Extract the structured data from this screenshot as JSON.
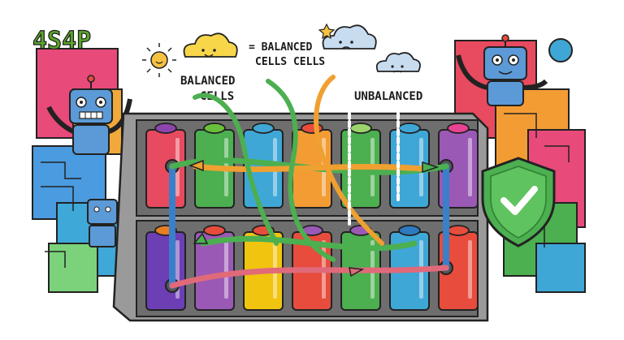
{
  "title": "4S4P",
  "labels": {
    "balanced_cells": "BALANCED\nCELLS",
    "balanced_cells_cells": "= BALANCED\nCELLS CELLS",
    "unbalanced": "UNBALANCED"
  },
  "battery": {
    "top_row": [
      {
        "body": "#e84a5f",
        "cap": "#8e44ad"
      },
      {
        "body": "#4caf50",
        "cap": "#6abf3a"
      },
      {
        "body": "#3fa7d6",
        "cap": "#3fa7d6"
      },
      {
        "body": "#f39c34",
        "cap": "#e74c3c"
      },
      {
        "body": "#4caf50",
        "cap": "#9bd46b"
      },
      {
        "body": "#3fa7d6",
        "cap": "#3fa7d6"
      },
      {
        "body": "#9b59b6",
        "cap": "#e84393"
      }
    ],
    "bottom_row": [
      {
        "body": "#6c3fb5",
        "cap": "#e67e22"
      },
      {
        "body": "#9b59b6",
        "cap": "#e74c3c"
      },
      {
        "body": "#f1c40f",
        "cap": "#e74c3c"
      },
      {
        "body": "#e74c3c",
        "cap": "#9b59b6"
      },
      {
        "body": "#4caf50",
        "cap": "#9b59b6"
      },
      {
        "body": "#3fa7d6",
        "cap": "#2d7ac0"
      },
      {
        "body": "#e74c3c",
        "cap": "#e74c3c"
      }
    ]
  },
  "colors": {
    "title": "#5aa52d",
    "shield": "#4caf50",
    "check": "#ffffff",
    "frame": "#8e8e8e",
    "cloud_yellow": "#f7d64a",
    "cloud_blue": "#c8dcf0",
    "sun": "#f5c242"
  },
  "icons": [
    "sun-icon",
    "cloud-happy-icon",
    "cloud-sad-icon",
    "cloud-worried-icon",
    "robot-icon",
    "shield-check-icon",
    "star-icon"
  ]
}
